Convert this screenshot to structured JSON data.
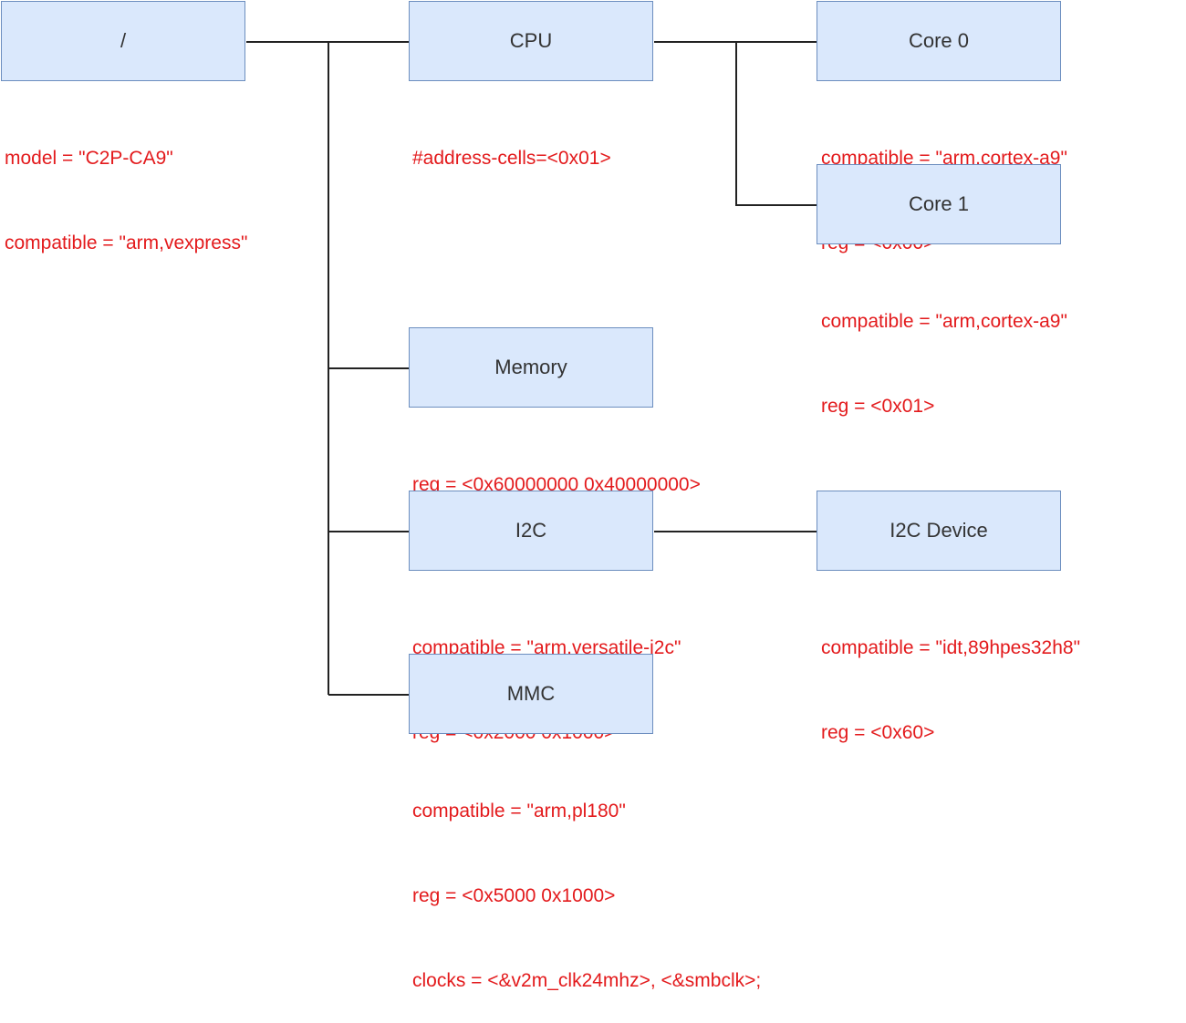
{
  "nodes": {
    "root": {
      "label": "/",
      "props": [
        "model = \"C2P-CA9\"",
        "compatible = \"arm,vexpress\""
      ]
    },
    "cpu": {
      "label": "CPU",
      "props": [
        "#address-cells=<0x01>"
      ]
    },
    "core0": {
      "label": "Core 0",
      "props": [
        "compatible = \"arm,cortex-a9\"",
        "reg = <0x00>"
      ]
    },
    "core1": {
      "label": "Core 1",
      "props": [
        "compatible = \"arm,cortex-a9\"",
        "reg = <0x01>"
      ]
    },
    "memory": {
      "label": "Memory",
      "props": [
        "reg = <0x60000000 0x40000000>"
      ]
    },
    "i2c": {
      "label": "I2C",
      "props": [
        "compatible = \"arm,versatile-i2c\"",
        "reg = <0x2000 0x1000>"
      ]
    },
    "i2c_device": {
      "label": "I2C Device",
      "props": [
        "compatible = \"idt,89hpes32h8\"",
        "reg = <0x60>"
      ]
    },
    "mmc": {
      "label": "MMC",
      "props": [
        "compatible = \"arm,pl180\"",
        "reg = <0x5000 0x1000>",
        "clocks = <&v2m_clk24mhz>, <&smbclk>;"
      ]
    }
  },
  "colors": {
    "node_fill": "#dae8fc",
    "node_border": "#6c8ebf",
    "property_text": "#e31a1c",
    "connector": "#222222"
  }
}
